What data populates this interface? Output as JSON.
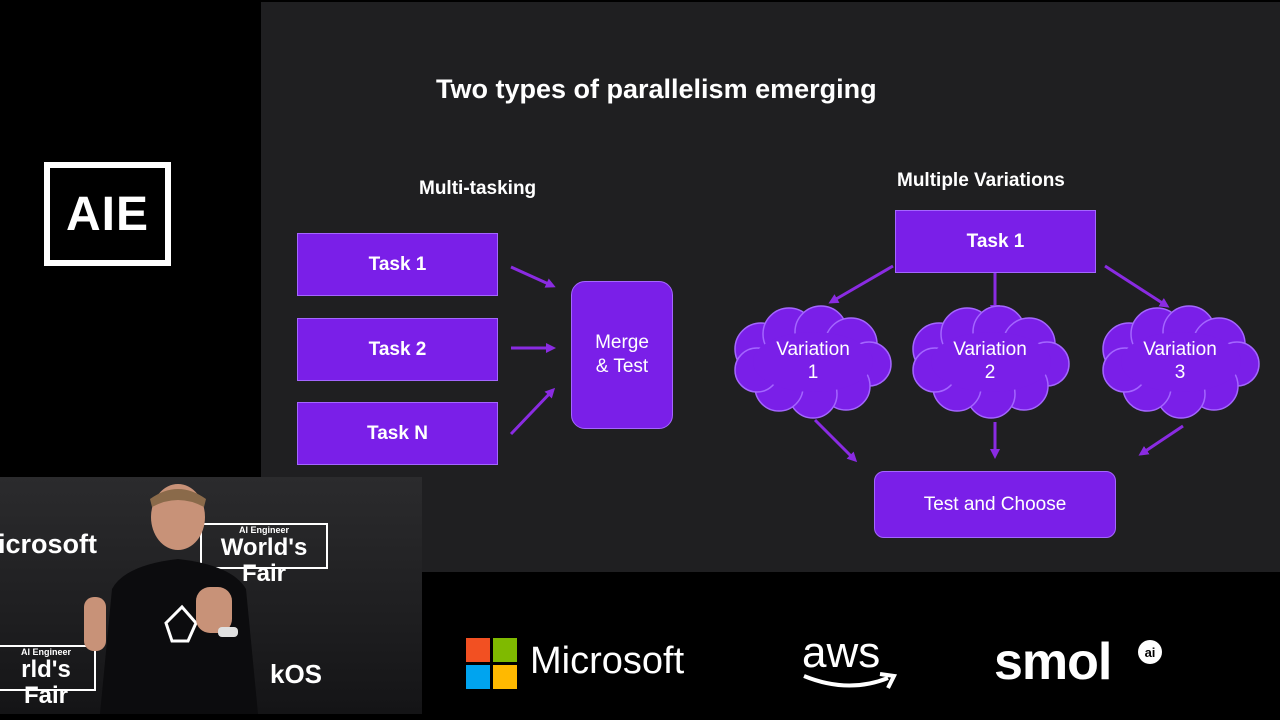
{
  "logo": {
    "text": "AIE"
  },
  "slide": {
    "title": "Two types of parallelism emerging",
    "left_heading": "Multi-tasking",
    "right_heading": "Multiple Variations",
    "left_tasks": [
      "Task 1",
      "Task 2",
      "Task N"
    ],
    "merge_label": "Merge\n& Test",
    "right_task": "Task 1",
    "variations": [
      "Variation\n1",
      "Variation\n2",
      "Variation\n3"
    ],
    "choose_label": "Test and Choose",
    "colors": {
      "background": "#1f1f21",
      "box_fill": "#7a1fe8",
      "box_border": "#a466ff",
      "arrow": "#8a2be2"
    }
  },
  "camera": {
    "sign_microsoft": "icrosoft",
    "sign_ai_engineer": "AI Engineer",
    "sign_worlds_fair": "World's Fair",
    "sign_ai_engineer_2": "AI Engineer",
    "sign_worlds_fair_2": "rld's Fair",
    "sign_kos": "kOS"
  },
  "sponsors": {
    "microsoft": "Microsoft",
    "aws": "aws",
    "smol": "smol",
    "smol_sup": "ai",
    "ms_colors": [
      "#f25022",
      "#7fba00",
      "#00a4ef",
      "#ffb900"
    ]
  }
}
